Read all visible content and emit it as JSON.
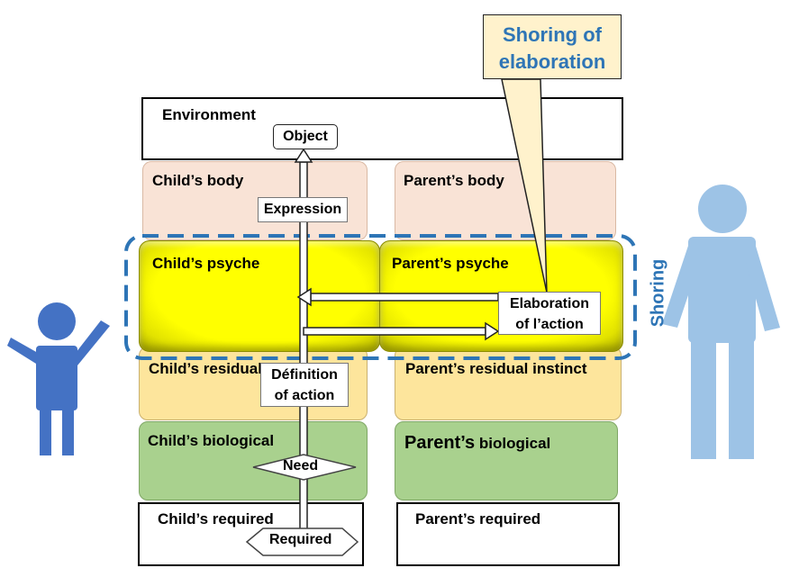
{
  "callout": {
    "line1": "Shoring of",
    "line2": "elaboration"
  },
  "environment": {
    "label": "Environment"
  },
  "nodes": {
    "object": "Object",
    "expression": "Expression",
    "elaboration_line1": "Elaboration",
    "elaboration_line2": "of  l’action",
    "definition_line1": "Définition",
    "definition_line2": "of action",
    "need": "Need",
    "required": "Required"
  },
  "child": {
    "body": "Child’s body",
    "psyche": "Child’s psyche",
    "residual": "Child’s residual instinct",
    "biological": "Child’s biological",
    "required": "Child’s required"
  },
  "parent": {
    "body": "Parent’s body",
    "psyche": "Parent’s psyche",
    "residual": "Parent’s residual instinct",
    "biological_strong": "Parent’s",
    "biological_rest": " biological",
    "required": "Parent’s required"
  },
  "shoring": {
    "label": "Shoring"
  },
  "colors": {
    "body": "#f9e3d6",
    "psyche": "#ffff00",
    "residual": "#fde59c",
    "biological": "#a9d18e",
    "shoring_dash": "#2e75b6",
    "child_figure": "#4472c4",
    "parent_figure": "#9dc3e6",
    "callout_fill": "#fff2cc",
    "callout_text": "#2e75b6"
  }
}
